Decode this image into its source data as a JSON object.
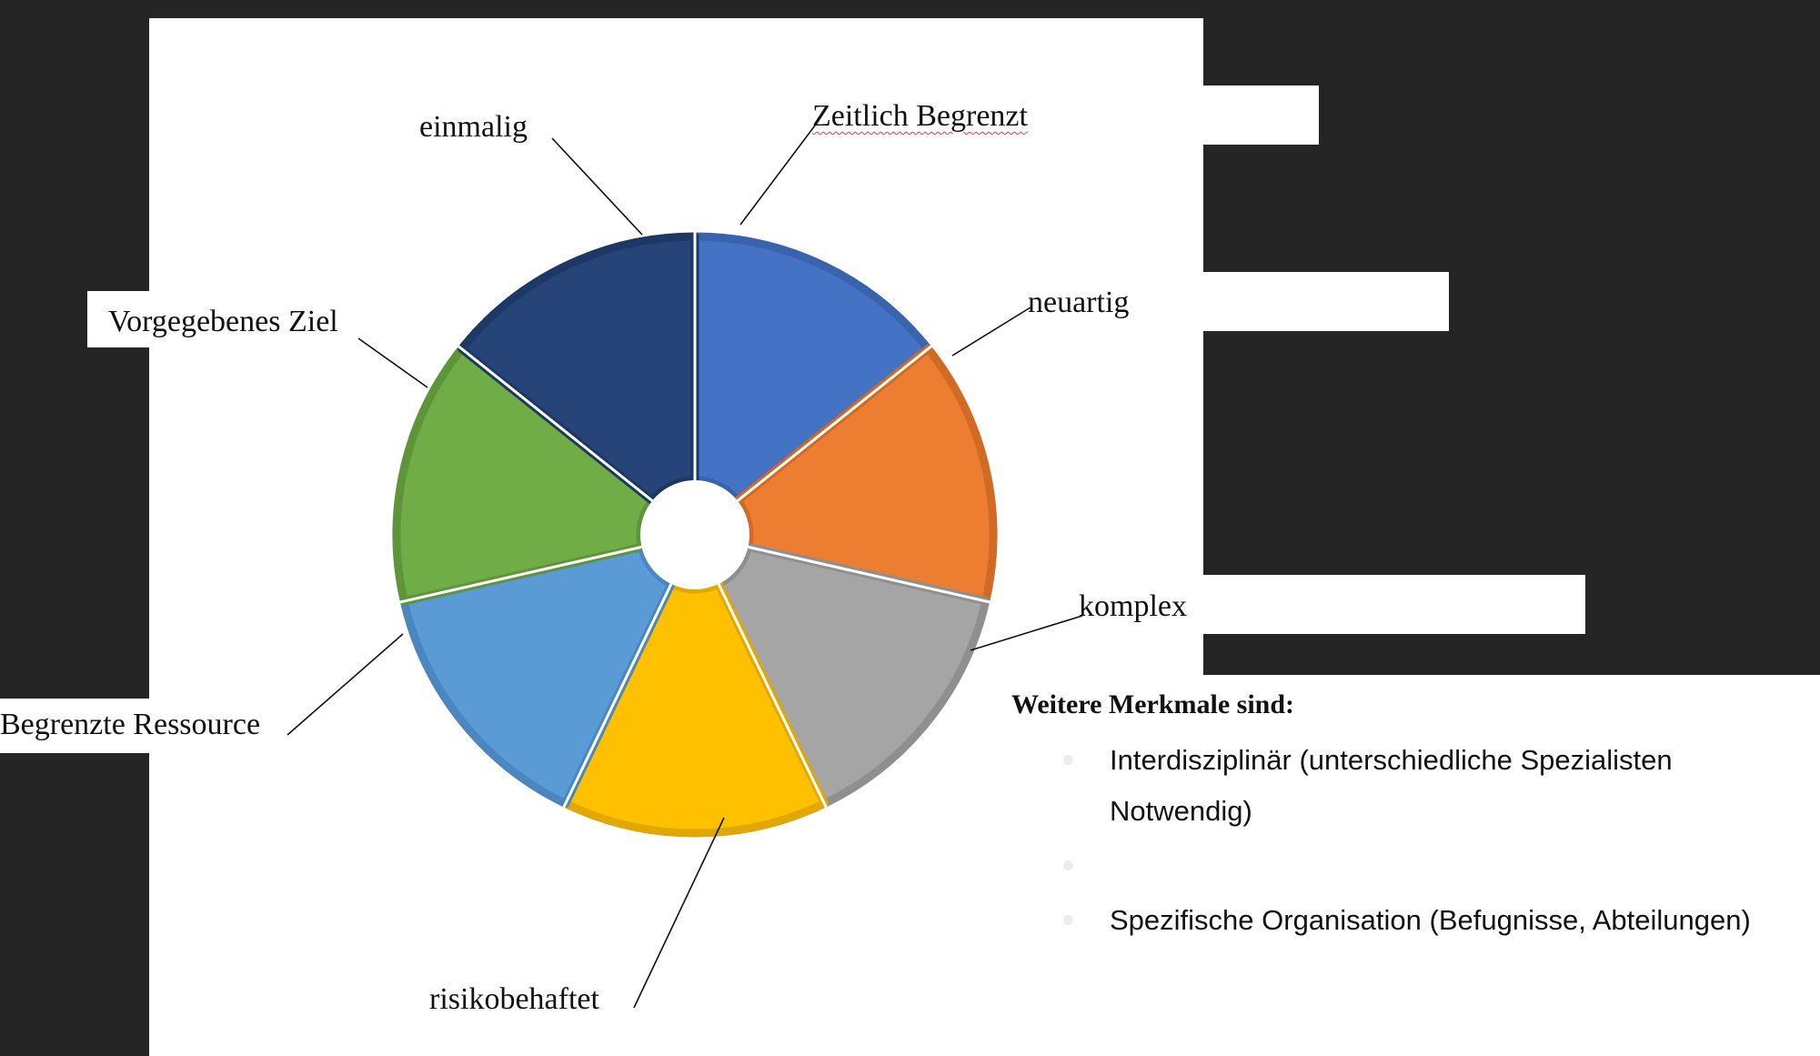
{
  "diagram": {
    "segments": [
      {
        "label": "Zeitlich Begrenzt",
        "color": "#4472C4",
        "border": "#3A63AE"
      },
      {
        "label": "neuartig",
        "color": "#ED7D31",
        "border": "#D06A25"
      },
      {
        "label": "komplex",
        "color": "#A5A5A5",
        "border": "#8F8F8F"
      },
      {
        "label": "risikobehaftet",
        "color": "#FFC000",
        "border": "#E0A800"
      },
      {
        "label": "Begrenzte Ressource",
        "color": "#5B9BD5",
        "border": "#4A86BF"
      },
      {
        "label": "Vorgegebenes Ziel",
        "color": "#70AD47",
        "border": "#5E9539"
      },
      {
        "label": "einmalig",
        "color": "#264478",
        "border": "#1E3866"
      }
    ]
  },
  "notes": {
    "heading": "Weitere Merkmale sind:",
    "bullets": [
      "Interdisziplinär (unterschiedliche Spezialisten Notwendig)",
      "",
      "Spezifische Organisation (Befugnisse, Abteilungen)"
    ]
  }
}
